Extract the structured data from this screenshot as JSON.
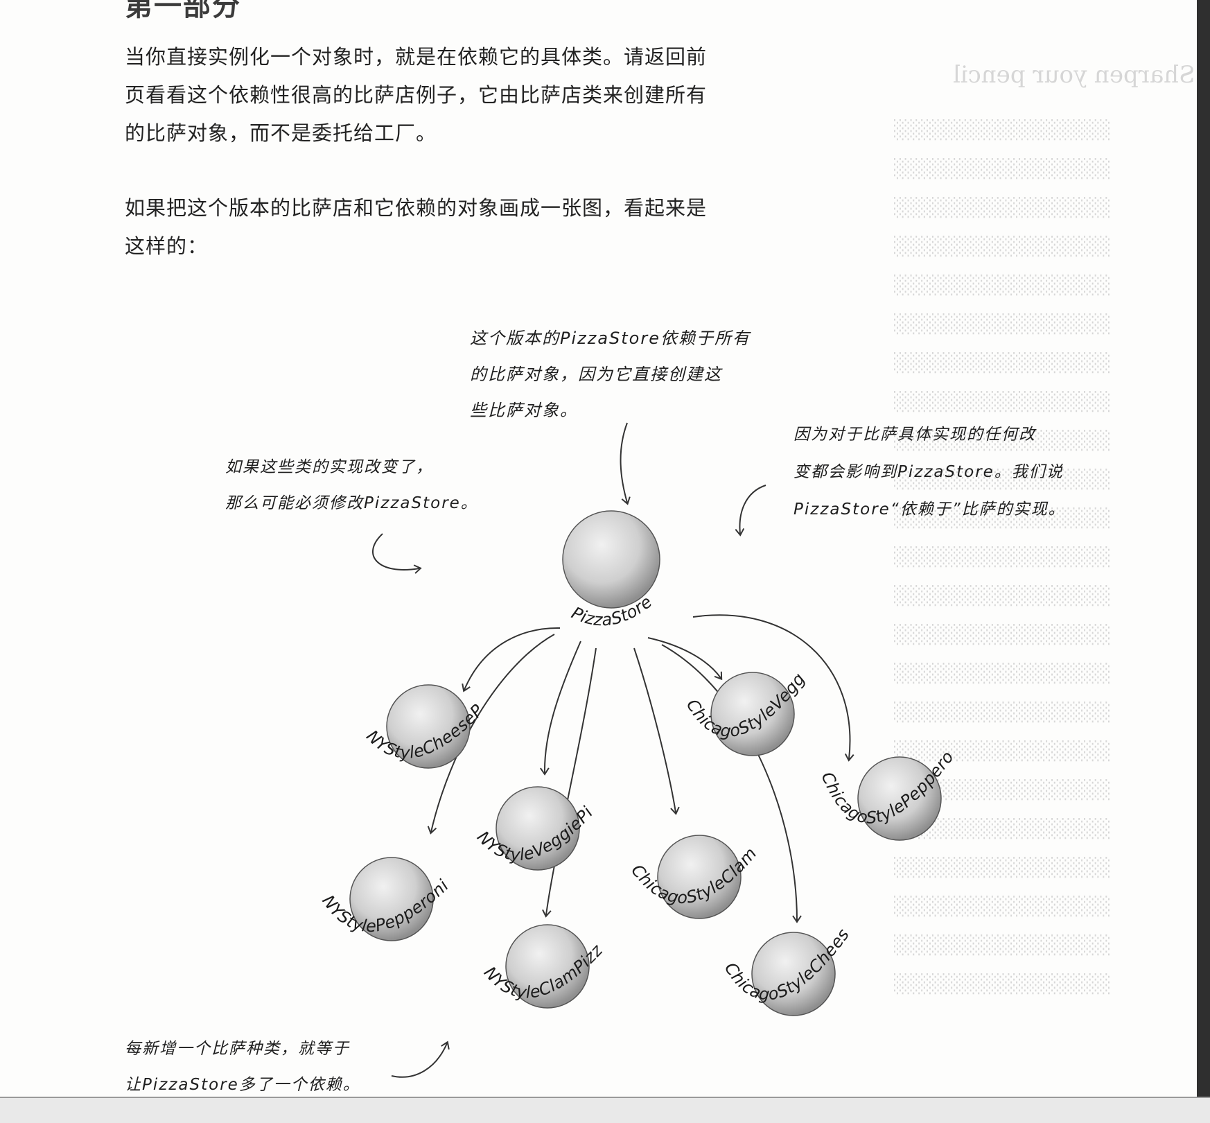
{
  "header_fragment": "第一部分",
  "paragraphs": [
    {
      "lines": [
        "当你直接实例化一个对象时，就是在依赖它的具体类。请返回前",
        "页看看这个依赖性很高的比萨店例子，它由比萨店类来创建所有",
        "的比萨对象，而不是委托给工厂。"
      ]
    },
    {
      "lines": [
        "如果把这个版本的比萨店和它依赖的对象画成一张图，看起来是",
        "这样的："
      ]
    }
  ],
  "annotations": {
    "top_center": [
      "这个版本的PizzaStore依赖于所有",
      "的比萨对象，因为它直接创建这",
      "些比萨对象。"
    ],
    "left": [
      "如果这些类的实现改变了，",
      "那么可能必须修改PizzaStore。"
    ],
    "right": [
      "因为对于比萨具体实现的任何改",
      "变都会影响到PizzaStore。我们说",
      "PizzaStore“依赖于”比萨的实现。"
    ],
    "bottom_left": [
      "每新增一个比萨种类，就等于",
      "让PizzaStore多了一个依赖。"
    ]
  },
  "diagram": {
    "center": "PizzaStore",
    "nodes": [
      "NYStyleCheesePizza",
      "NYStyleVeggiePizza",
      "NYStylePepperoniPizza",
      "NYStyleClamPizza",
      "ChicagoStyleVeggiePizza",
      "ChicagoStylePepperoniPizza",
      "ChicagoStyleClamPizza",
      "ChicagoStyleCheesePizza"
    ]
  },
  "ghost_page": {
    "title": "Sharpen your pencil"
  },
  "colors": {
    "ink": "#222222",
    "sphere": "#cfcfcf"
  }
}
